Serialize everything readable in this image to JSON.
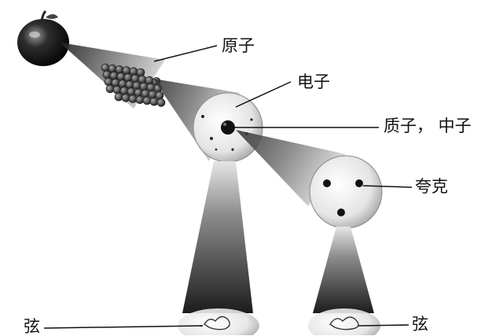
{
  "labels": {
    "atom": "原子",
    "electron": "电子",
    "proton_neutron": "质子， 中子",
    "quark": "夸克",
    "string_left": "弦",
    "string_right": "弦"
  },
  "colors": {
    "ink": "#111111",
    "beam": "#6e6e6e",
    "background": "#ffffff"
  }
}
